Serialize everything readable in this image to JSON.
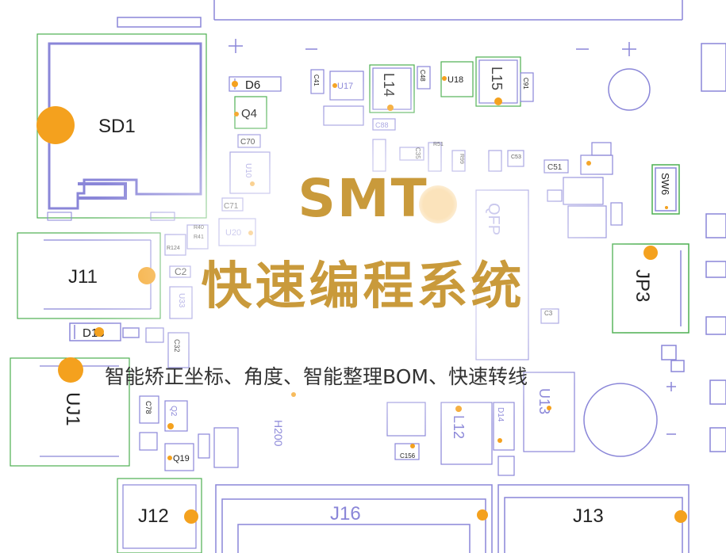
{
  "title_line1": "SMT",
  "title_line2": "快速编程系统",
  "subtitle": "智能矫正坐标、角度、智能整理BOM、快速转线",
  "colors": {
    "accent": "#c99a3b",
    "marker": "#f4a11e",
    "pcb_line": "#8a86d8",
    "pcb_box": "#4caf50",
    "label": "#222222"
  },
  "labels": {
    "SD1": "SD1",
    "J11": "J11",
    "UJ1": "UJ1",
    "J12": "J12",
    "J16": "J16",
    "J13": "J13",
    "JP3": "JP3",
    "SW6": "SW6",
    "D6": "D6",
    "Q4": "Q4",
    "D18": "D18",
    "U17": "U17",
    "L14": "L14",
    "U18": "U18",
    "L15": "L15",
    "C41": "C41",
    "C48": "C48",
    "C91": "C91",
    "C88": "C88",
    "C70": "C70",
    "U10": "U10",
    "C71": "C71",
    "U20": "U20",
    "C2": "C2",
    "U33": "U33",
    "C32": "C32",
    "C78": "C78",
    "Q2": "Q2",
    "Q19": "Q19",
    "C51": "C51",
    "C53": "C53",
    "L12": "L12",
    "U13": "U13",
    "D14": "D14",
    "QFP": "QFP",
    "C35": "C35",
    "C156": "C156",
    "H200": "H200",
    "R40": "R40",
    "R41": "R41",
    "R124": "R124",
    "R51": "R51",
    "R99": "R99",
    "C3": "C3"
  }
}
